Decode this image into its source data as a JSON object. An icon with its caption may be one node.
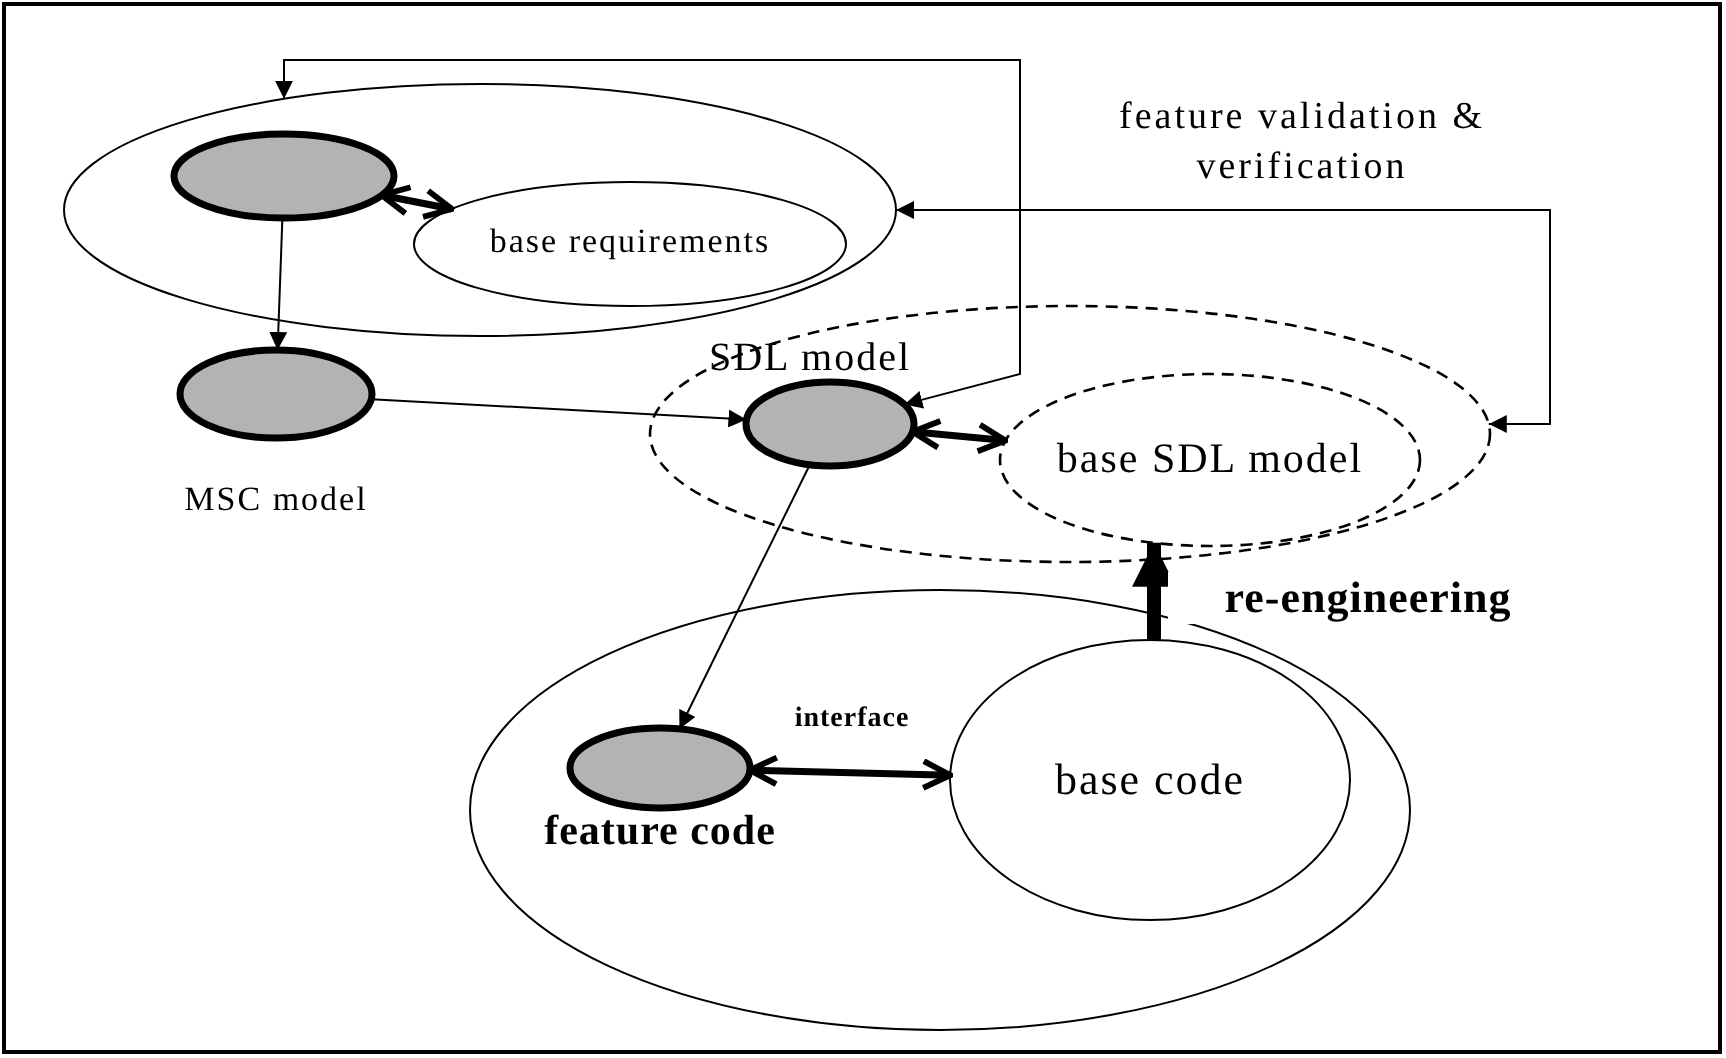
{
  "diagram": {
    "nodes": [
      {
        "text": [],
        "shape": "ellipse"
      },
      {
        "text": [],
        "shape": "ellipse",
        "in": 0
      },
      {
        "text": [
          "base requirements"
        ],
        "in": 0
      },
      {
        "text": [
          "MSC model"
        ]
      },
      {
        "text": [],
        "shape": "ellipse"
      },
      {
        "text": [
          "SDL model"
        ],
        "in": 4
      },
      {
        "text": [
          "base SDL model"
        ],
        "in": 4
      },
      {
        "text": [],
        "shape": "ellipse"
      },
      {
        "text": [
          "feature code"
        ],
        "in": 7
      },
      {
        "text": [
          "base code"
        ],
        "in": 7
      }
    ],
    "edges": [
      {
        "from": 1,
        "to": 3,
        "arrow": "to"
      },
      {
        "from": 1,
        "to": 2,
        "arrow": "both",
        "style": "thick"
      },
      {
        "from": 3,
        "to": 5,
        "arrow": "to"
      },
      {
        "from": 5,
        "to": 6,
        "arrow": "both",
        "style": "thick"
      },
      {
        "from": 5,
        "to": 8,
        "arrow": "to"
      },
      {
        "from": 8,
        "to": 9,
        "arrow": "both",
        "style": "thick",
        "label": "interface"
      },
      {
        "from": 9,
        "to": 6,
        "arrow": "to",
        "style": "thick",
        "label": "re-engineering"
      },
      {
        "from": 0,
        "to": 5,
        "arrow": "both"
      },
      {
        "from": 0,
        "to": 4,
        "arrow": "both",
        "label": "feature validation & verification"
      }
    ]
  }
}
